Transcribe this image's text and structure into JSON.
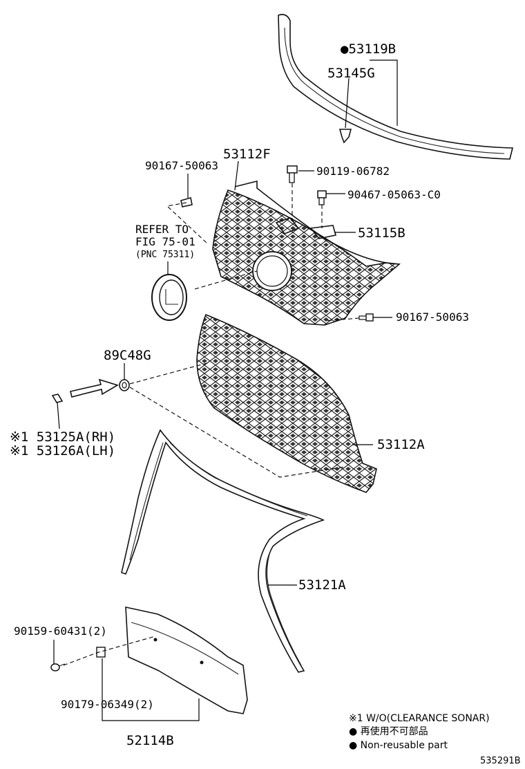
{
  "parts": {
    "p53119B": "●53119B",
    "p53145G": "53145G",
    "p53112F": "53112F",
    "p90167_top": "90167-50063",
    "p90119": "90119-06782",
    "p90467": "90467-05063-C0",
    "p53115B": "53115B",
    "p90167_right": "90167-50063",
    "p89C48G": "89C48G",
    "p53125A": "※1 53125A(RH)",
    "p53126A": "※1 53126A(LH)",
    "p53112A": "53112A",
    "p53121A": "53121A",
    "p90159": "90159-60431(2)",
    "p90179": "90179-06349(2)",
    "p52114B": "52114B"
  },
  "refer": {
    "line1": "REFER TO",
    "line2": "FIG 75-01",
    "line3": "(PNC 75311)"
  },
  "legend": {
    "note1": "※1 W/O(CLEARANCE SONAR)",
    "note2": "● 再使用不可部品",
    "note3": "● Non-reusable part"
  },
  "figure_id": "535291B",
  "colors": {
    "line": "#111111",
    "background": "#ffffff"
  }
}
